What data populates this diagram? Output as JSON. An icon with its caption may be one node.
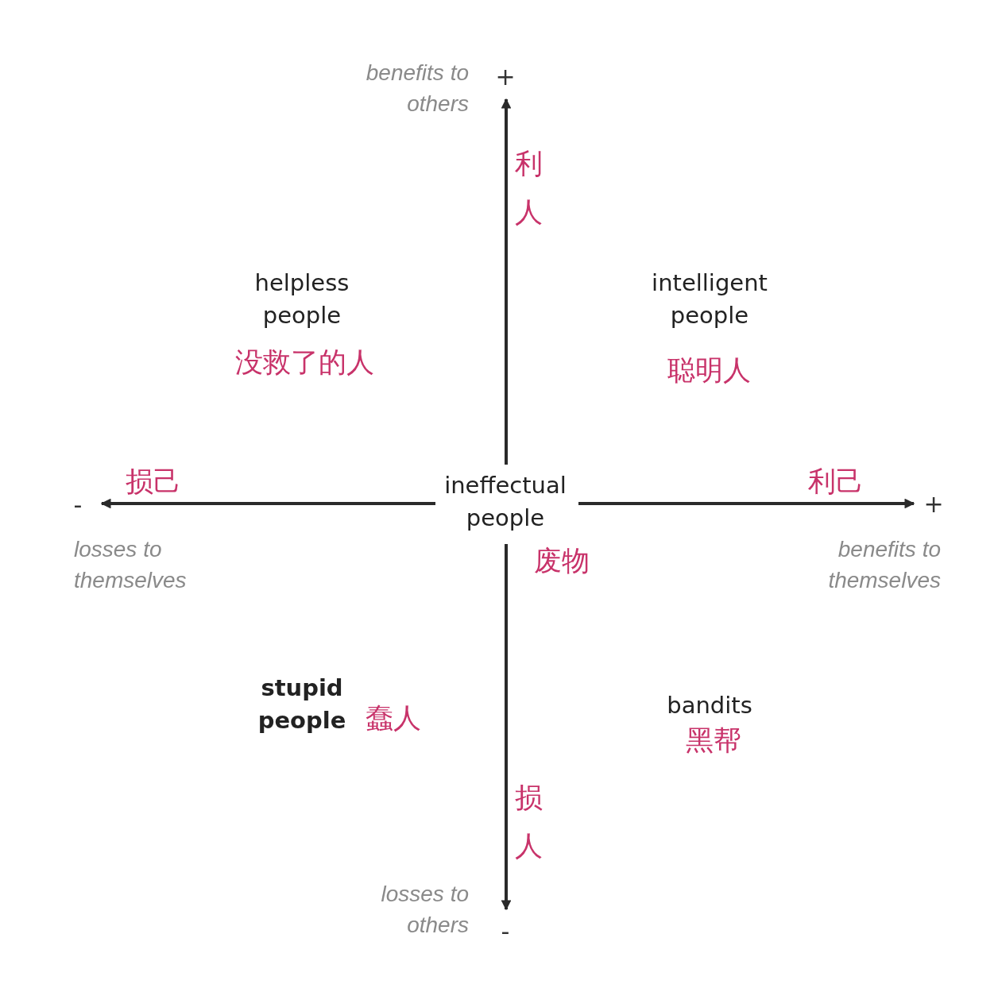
{
  "diagram": {
    "labels": [
      "benefits to others",
      "+",
      "利人",
      "helpless people",
      "没救了的人",
      "intelligent people",
      "聪明人",
      "损己",
      "-",
      "ineffectual people",
      "利己",
      "+",
      "losses to themselves",
      "废物",
      "benefits to themselves",
      "stupid people",
      "蠢人",
      "bandits",
      "黑帮",
      "损人",
      "losses to others",
      "-"
    ]
  }
}
